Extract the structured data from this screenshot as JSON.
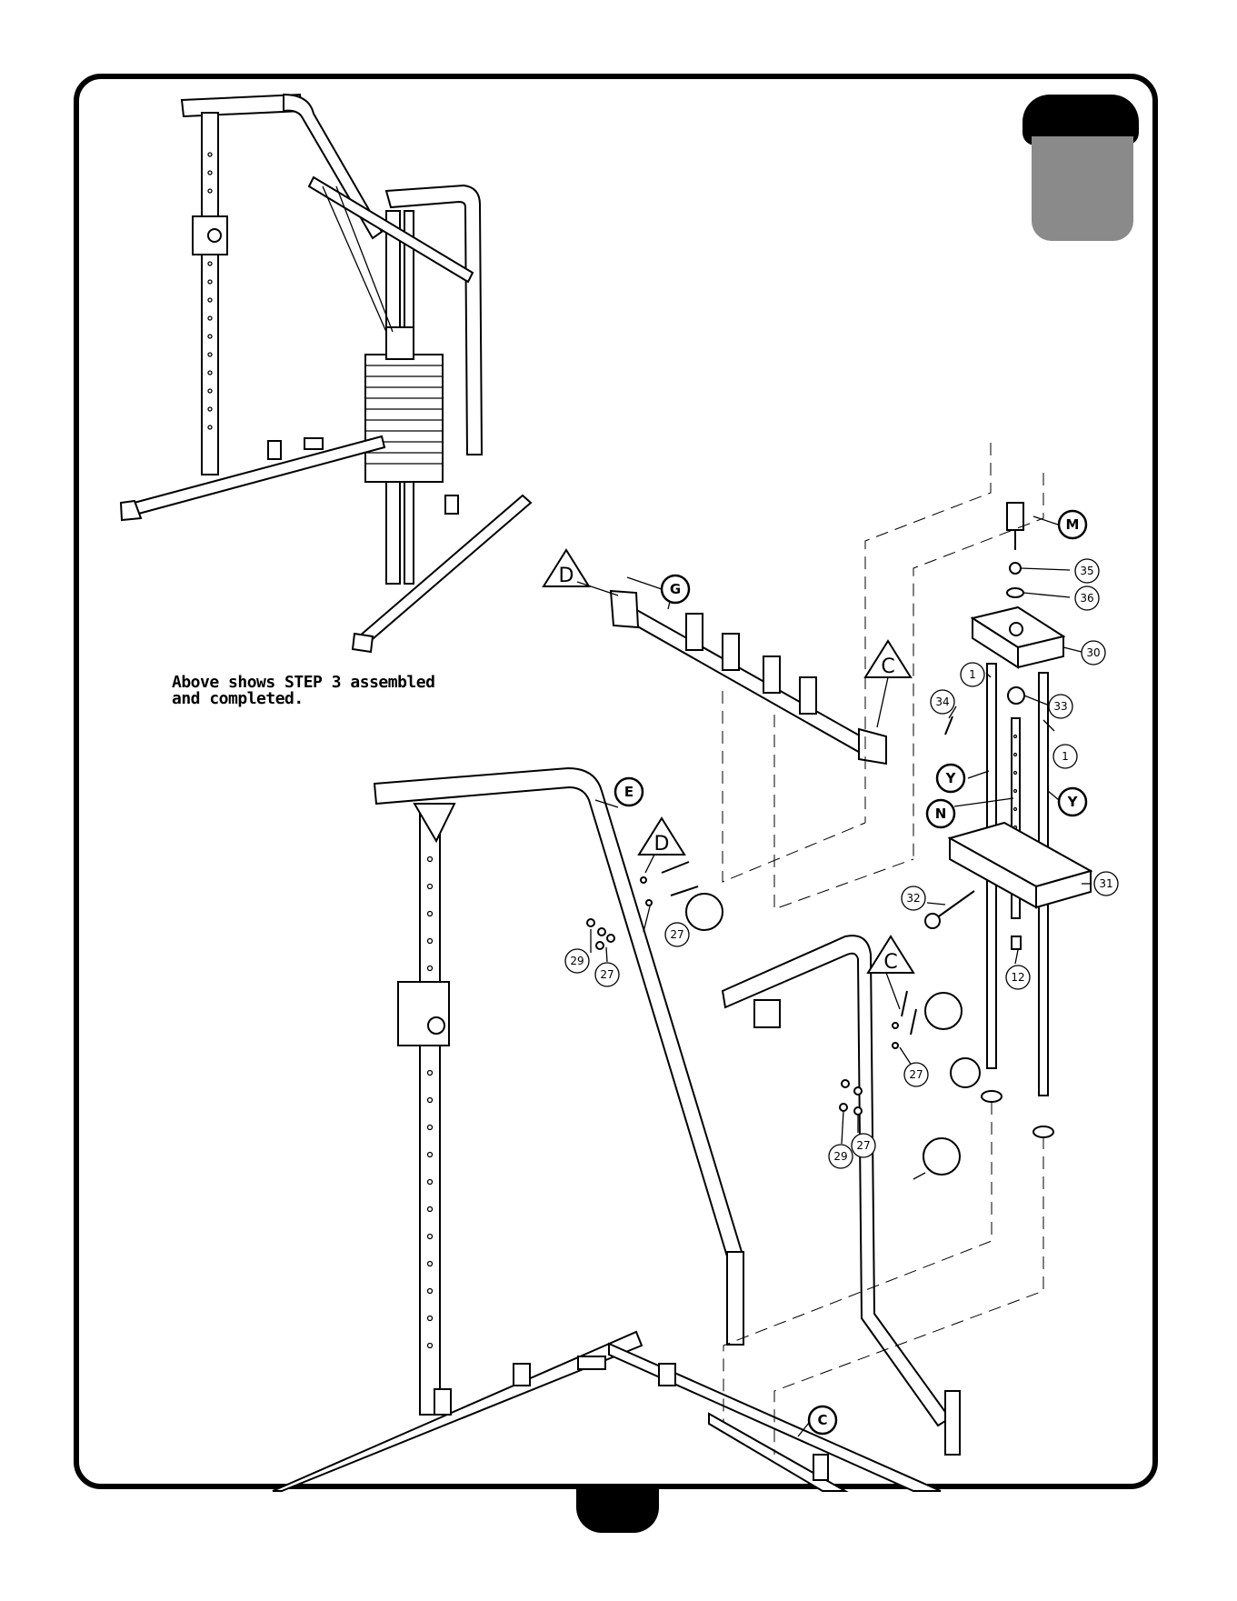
{
  "caption": {
    "line1": "Above shows STEP 3 assembled",
    "line2": "and completed."
  },
  "callouts": {
    "M": "M",
    "n35": "35",
    "n36": "36",
    "n30": "30",
    "n1a": "1",
    "n1b": "1",
    "n34": "34",
    "n33": "33",
    "Ya": "Y",
    "Yb": "Y",
    "N": "N",
    "n31": "31",
    "n32": "32",
    "n12": "12",
    "G": "G",
    "E": "E",
    "n29a": "29",
    "n27a": "27",
    "n27b": "27",
    "n29b": "29",
    "n27c": "27",
    "n27d": "27",
    "C": "C"
  },
  "triangles": {
    "D_left": "D",
    "C_upper": "C",
    "D_mid": "D",
    "C_lower": "C"
  }
}
